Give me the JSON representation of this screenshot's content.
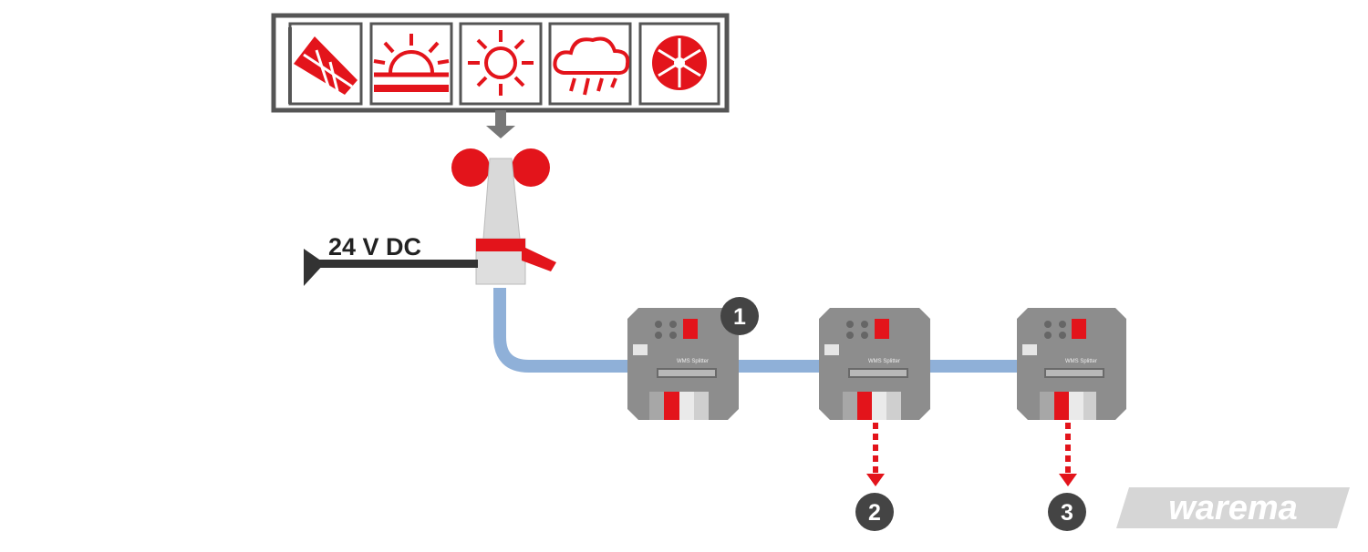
{
  "diagram": {
    "weather_icons": [
      {
        "name": "wind-icon"
      },
      {
        "name": "twilight-icon"
      },
      {
        "name": "sun-icon"
      },
      {
        "name": "rain-icon"
      },
      {
        "name": "frost-icon"
      }
    ],
    "supply_label": "24 V DC",
    "devices": [
      {
        "label": "WMS Splitter",
        "badge": "1"
      },
      {
        "label": "WMS Splitter",
        "badge": "2"
      },
      {
        "label": "WMS Splitter",
        "badge": "3"
      }
    ],
    "logo": "warema",
    "colors": {
      "accent": "#e3141b",
      "cable": "#8fb0d8",
      "device": "#8d8d8d",
      "frame": "#555555",
      "badge": "#444444",
      "logo_bg": "#d6d6d6"
    }
  }
}
